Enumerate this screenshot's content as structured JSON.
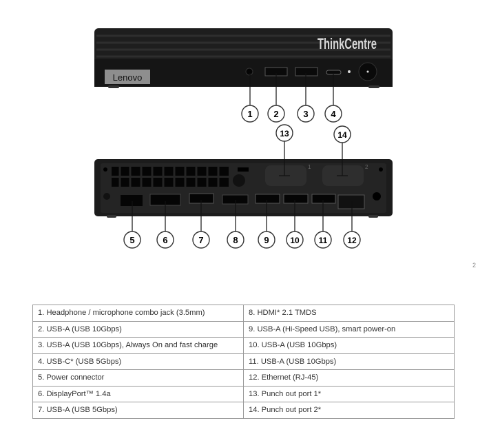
{
  "page_number": "2",
  "front": {
    "brand_label": "Lenovo",
    "series_logo": "ThinkCentre",
    "callouts": [
      "1",
      "2",
      "3",
      "4"
    ]
  },
  "rear": {
    "punch_labels": [
      "1",
      "2"
    ],
    "callouts_top": [
      "13",
      "14"
    ],
    "callouts_bottom": [
      "5",
      "6",
      "7",
      "8",
      "9",
      "10",
      "11",
      "12"
    ]
  },
  "ports_table": {
    "left": [
      "1.  Headphone / microphone combo jack (3.5mm)",
      "2.  USB-A (USB 10Gbps)",
      "3.  USB-A (USB 10Gbps), Always On and fast charge",
      "4.  USB-C* (USB 5Gbps)",
      "5.  Power connector",
      "6.  DisplayPort™ 1.4a",
      "7.  USB-A (USB 5Gbps)"
    ],
    "right": [
      "8.  HDMI* 2.1 TMDS",
      "9.  USB-A (Hi-Speed USB), smart power-on",
      "10. USB-A (USB 10Gbps)",
      "11.  USB-A (USB 10Gbps)",
      "12. Ethernet (RJ-45)",
      "13. Punch out port 1*",
      "14. Punch out port 2*"
    ]
  },
  "colors": {
    "chassis": "#1c1c1c",
    "logo_red": "#e2231a",
    "table_border": "#999999"
  }
}
